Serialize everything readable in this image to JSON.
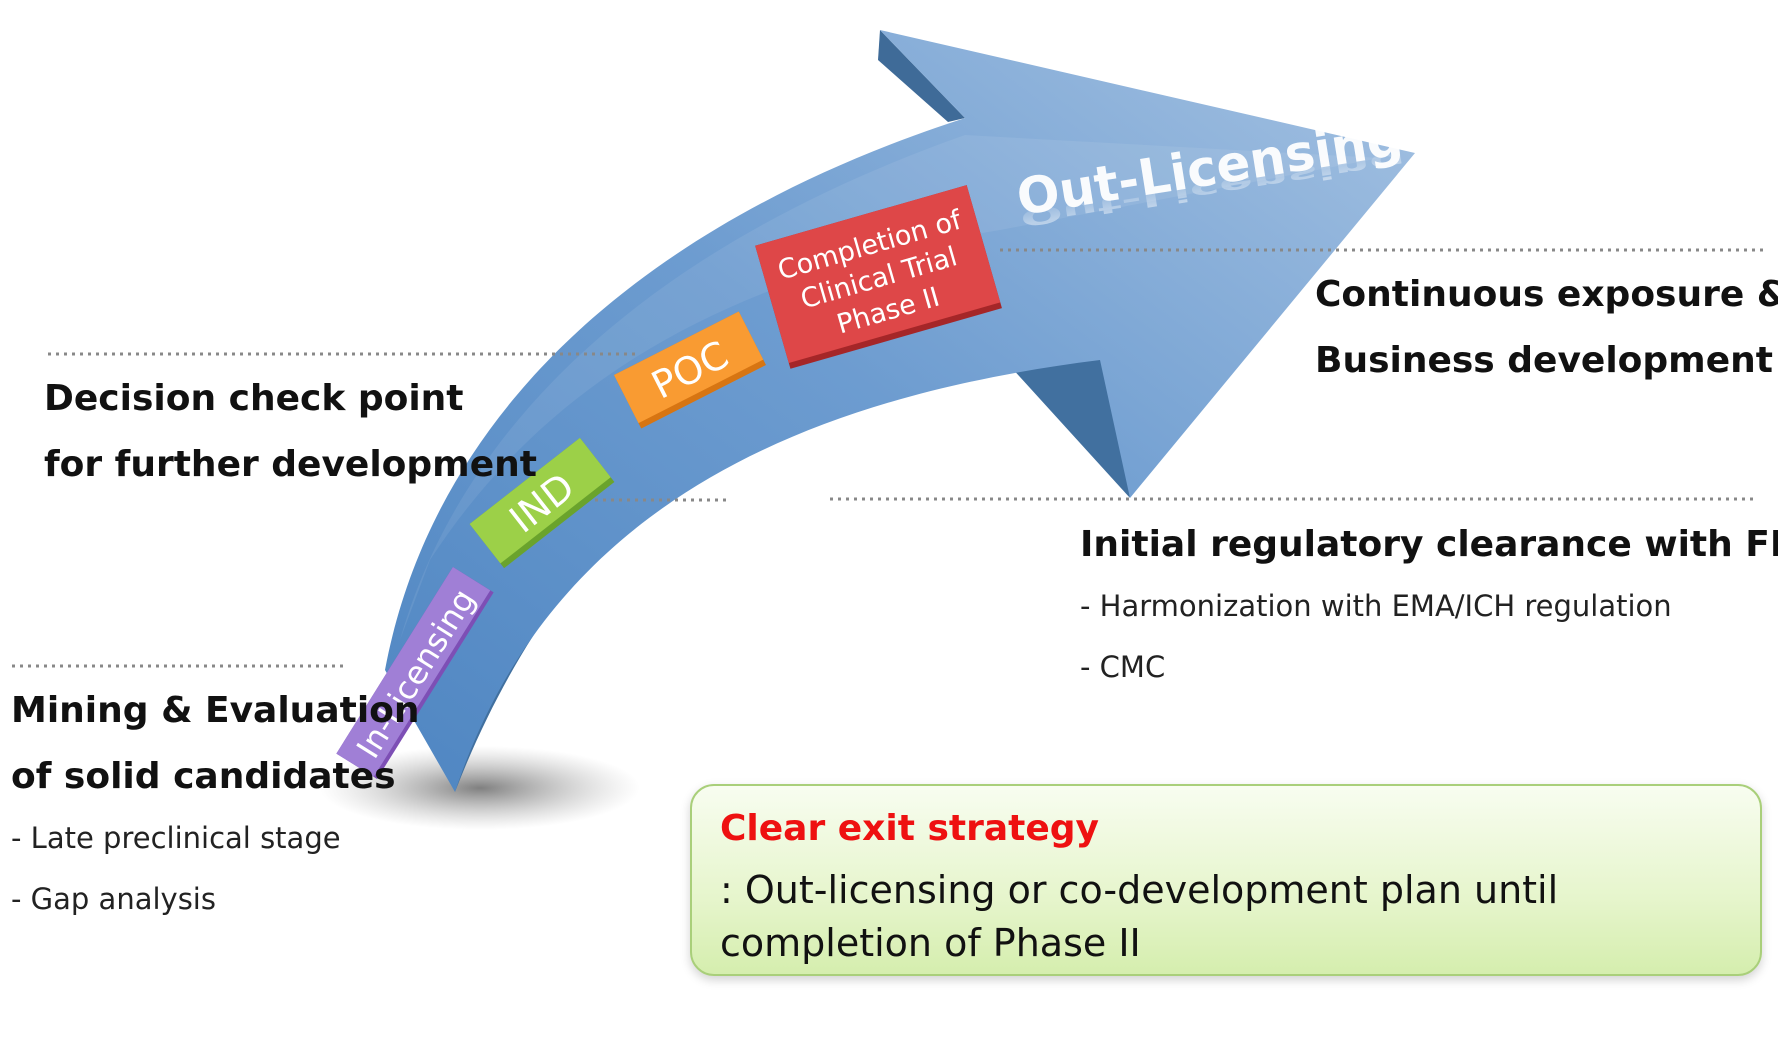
{
  "arrow": {
    "head_label": "Out-Licensing"
  },
  "stages": [
    {
      "label": "In-Licensing",
      "color": "#9c6fd0"
    },
    {
      "label": "IND",
      "color": "#8cc63f"
    },
    {
      "label": "POC",
      "color": "#f7941d"
    },
    {
      "label_lines": [
        "Completion of",
        "Clinical Trial",
        "Phase II"
      ],
      "color": "#d9383a"
    }
  ],
  "annotations": {
    "mining": {
      "lines": [
        "Mining & Evaluation",
        "of solid candidates"
      ],
      "bullets": [
        "- Late preclinical stage",
        "- Gap analysis"
      ]
    },
    "decision": {
      "lines": [
        "Decision check point",
        "for further development"
      ]
    },
    "regulatory": {
      "title": "Initial regulatory clearance with FDA",
      "bullets": [
        "- Harmonization with EMA/ICH regulation",
        "- CMC"
      ]
    },
    "exposure": {
      "lines": [
        "Continuous exposure &",
        "Business development"
      ]
    }
  },
  "exit_box": {
    "title": "Clear exit strategy",
    "text": ": Out-licensing or co-development plan until completion of Phase II",
    "title_color": "#ee1111"
  },
  "colors": {
    "arrow_light": "#9ab9dd",
    "arrow_dark": "#4f7fb2"
  }
}
